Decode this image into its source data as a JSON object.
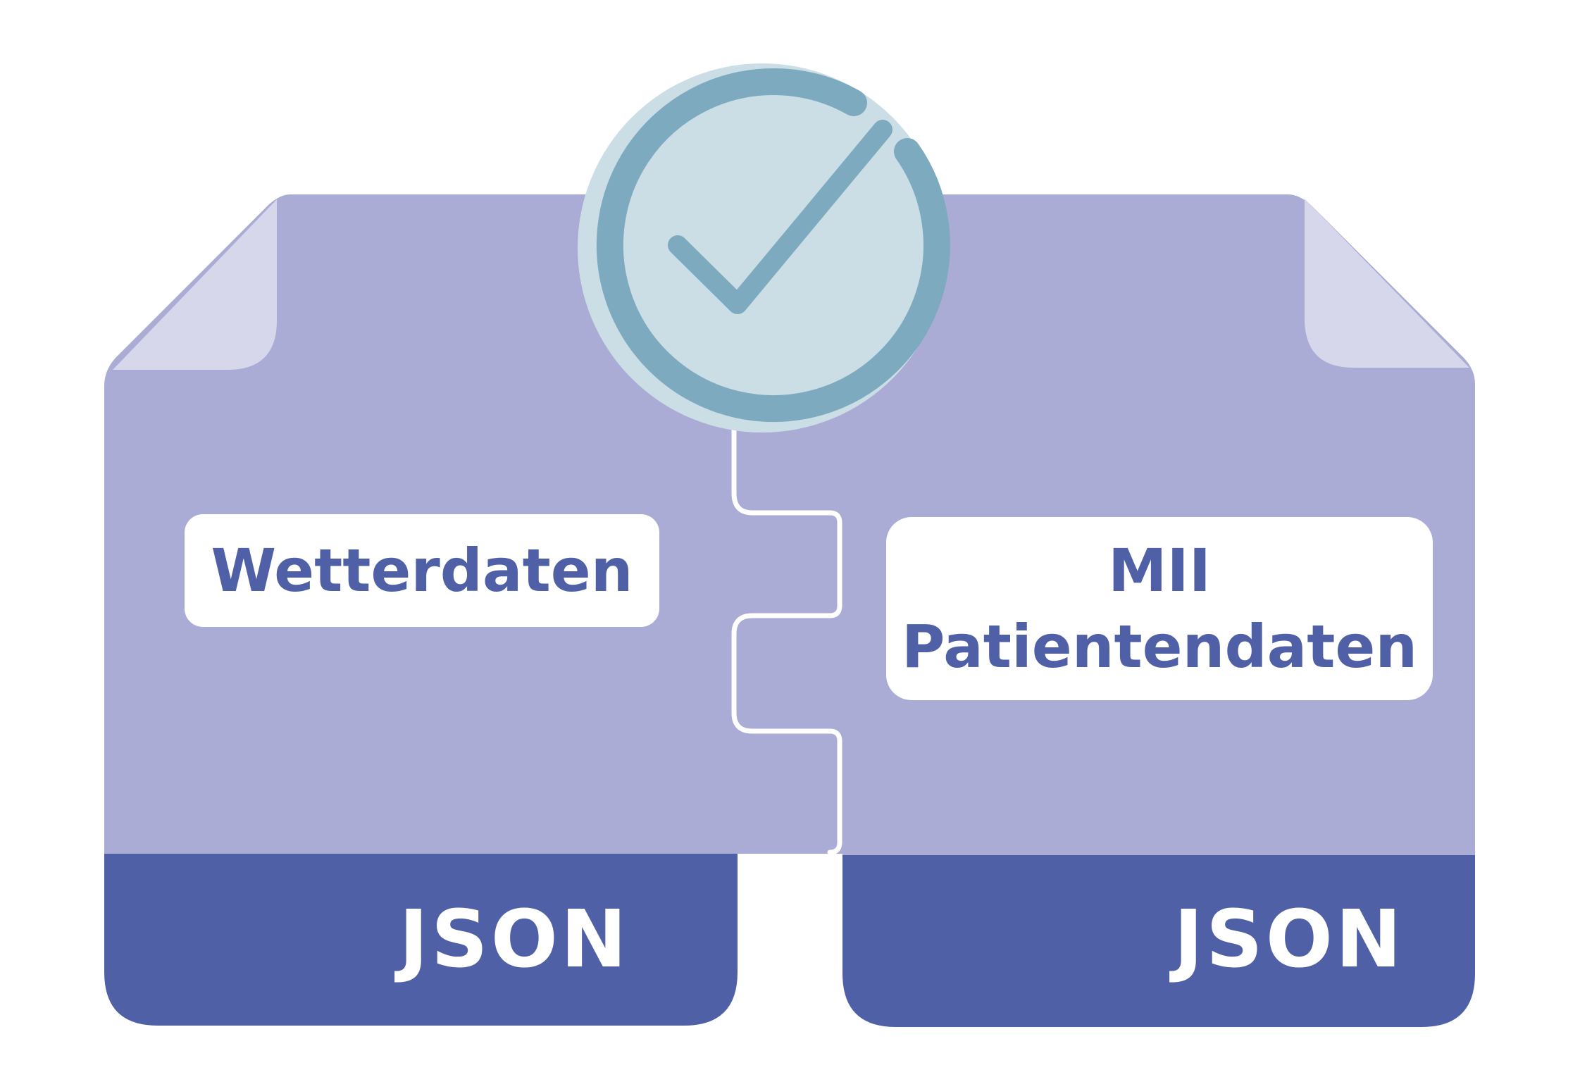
{
  "left_file": {
    "label": "Wetterdaten",
    "format": "JSON"
  },
  "right_file": {
    "label_line1": "MII",
    "label_line2": "Patientendaten",
    "format": "JSON"
  },
  "colors": {
    "file_body": "#abacd5",
    "file_fold": "#d6d7eb",
    "file_footer": "#5060a6",
    "label_text": "#5060a6",
    "check_fill": "#cbdee6",
    "check_stroke": "#7eaabf",
    "connector": "#ffffff"
  },
  "icons": [
    "check-circle-icon",
    "puzzle-connector-icon",
    "file-icon"
  ]
}
